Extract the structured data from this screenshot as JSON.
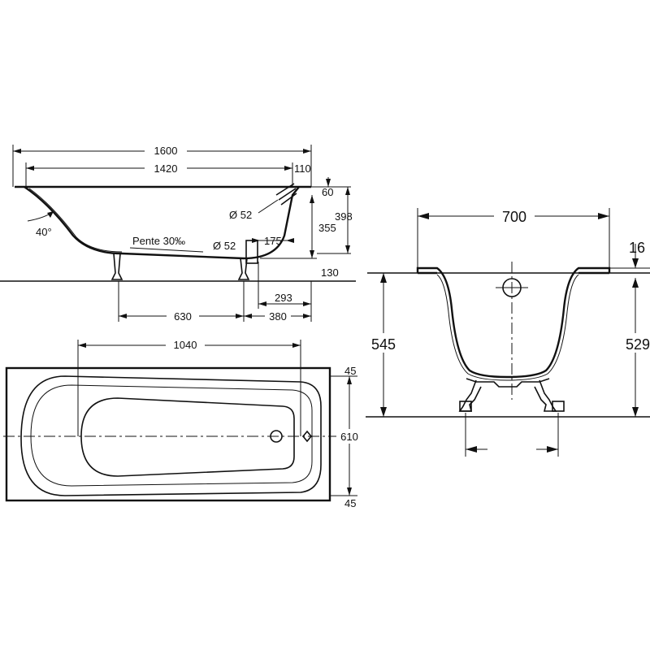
{
  "side_view": {
    "overall_length": "1600",
    "inner_length": "1420",
    "rim_right": "110",
    "rim_top": "60",
    "total_height": "398",
    "inner_depth": "355",
    "foot_height": "130",
    "angle": "40°",
    "slope": "Pente 30‰",
    "overflow_dia": "Ø 52",
    "drain_dia": "Ø 52",
    "drain_offset": "175",
    "drain_from_end": "293",
    "foot_spacing": "630",
    "foot_from_end": "380"
  },
  "top_view": {
    "inner_bottom_length": "1040",
    "rim_top": "45",
    "width": "610",
    "rim_bottom": "45"
  },
  "end_view": {
    "width": "700",
    "rim_thickness": "16",
    "height_left": "545",
    "height_right": "529"
  }
}
